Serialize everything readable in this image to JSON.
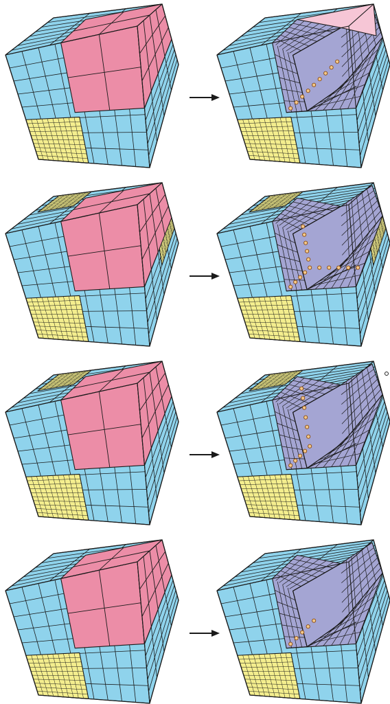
{
  "colors": {
    "cyan": "#8fd3ec",
    "pink": "#ec8da7",
    "light_pink": "#f6c6d6",
    "lavender": "#a4a5d3",
    "yellow": "#f4ee8e",
    "line": "#1a1a1a",
    "node": "#f3c98a",
    "node_stroke": "#8a4a10"
  },
  "rows": [
    {
      "id": "row-1",
      "transition": "right-arrow",
      "yellow_top": false,
      "yellow_side": false,
      "light_pink_corner": true,
      "path": "diagonal"
    },
    {
      "id": "row-2",
      "transition": "right-arrow",
      "yellow_top": true,
      "yellow_side": true,
      "light_pink_corner": false,
      "path": "three-way"
    },
    {
      "id": "row-3",
      "transition": "right-arrow",
      "yellow_top": true,
      "yellow_side": false,
      "light_pink_corner": false,
      "path": "two-branch"
    },
    {
      "id": "row-4",
      "transition": "right-arrow",
      "yellow_top": false,
      "yellow_side": false,
      "light_pink_corner": false,
      "path": "short-diagonal"
    }
  ]
}
